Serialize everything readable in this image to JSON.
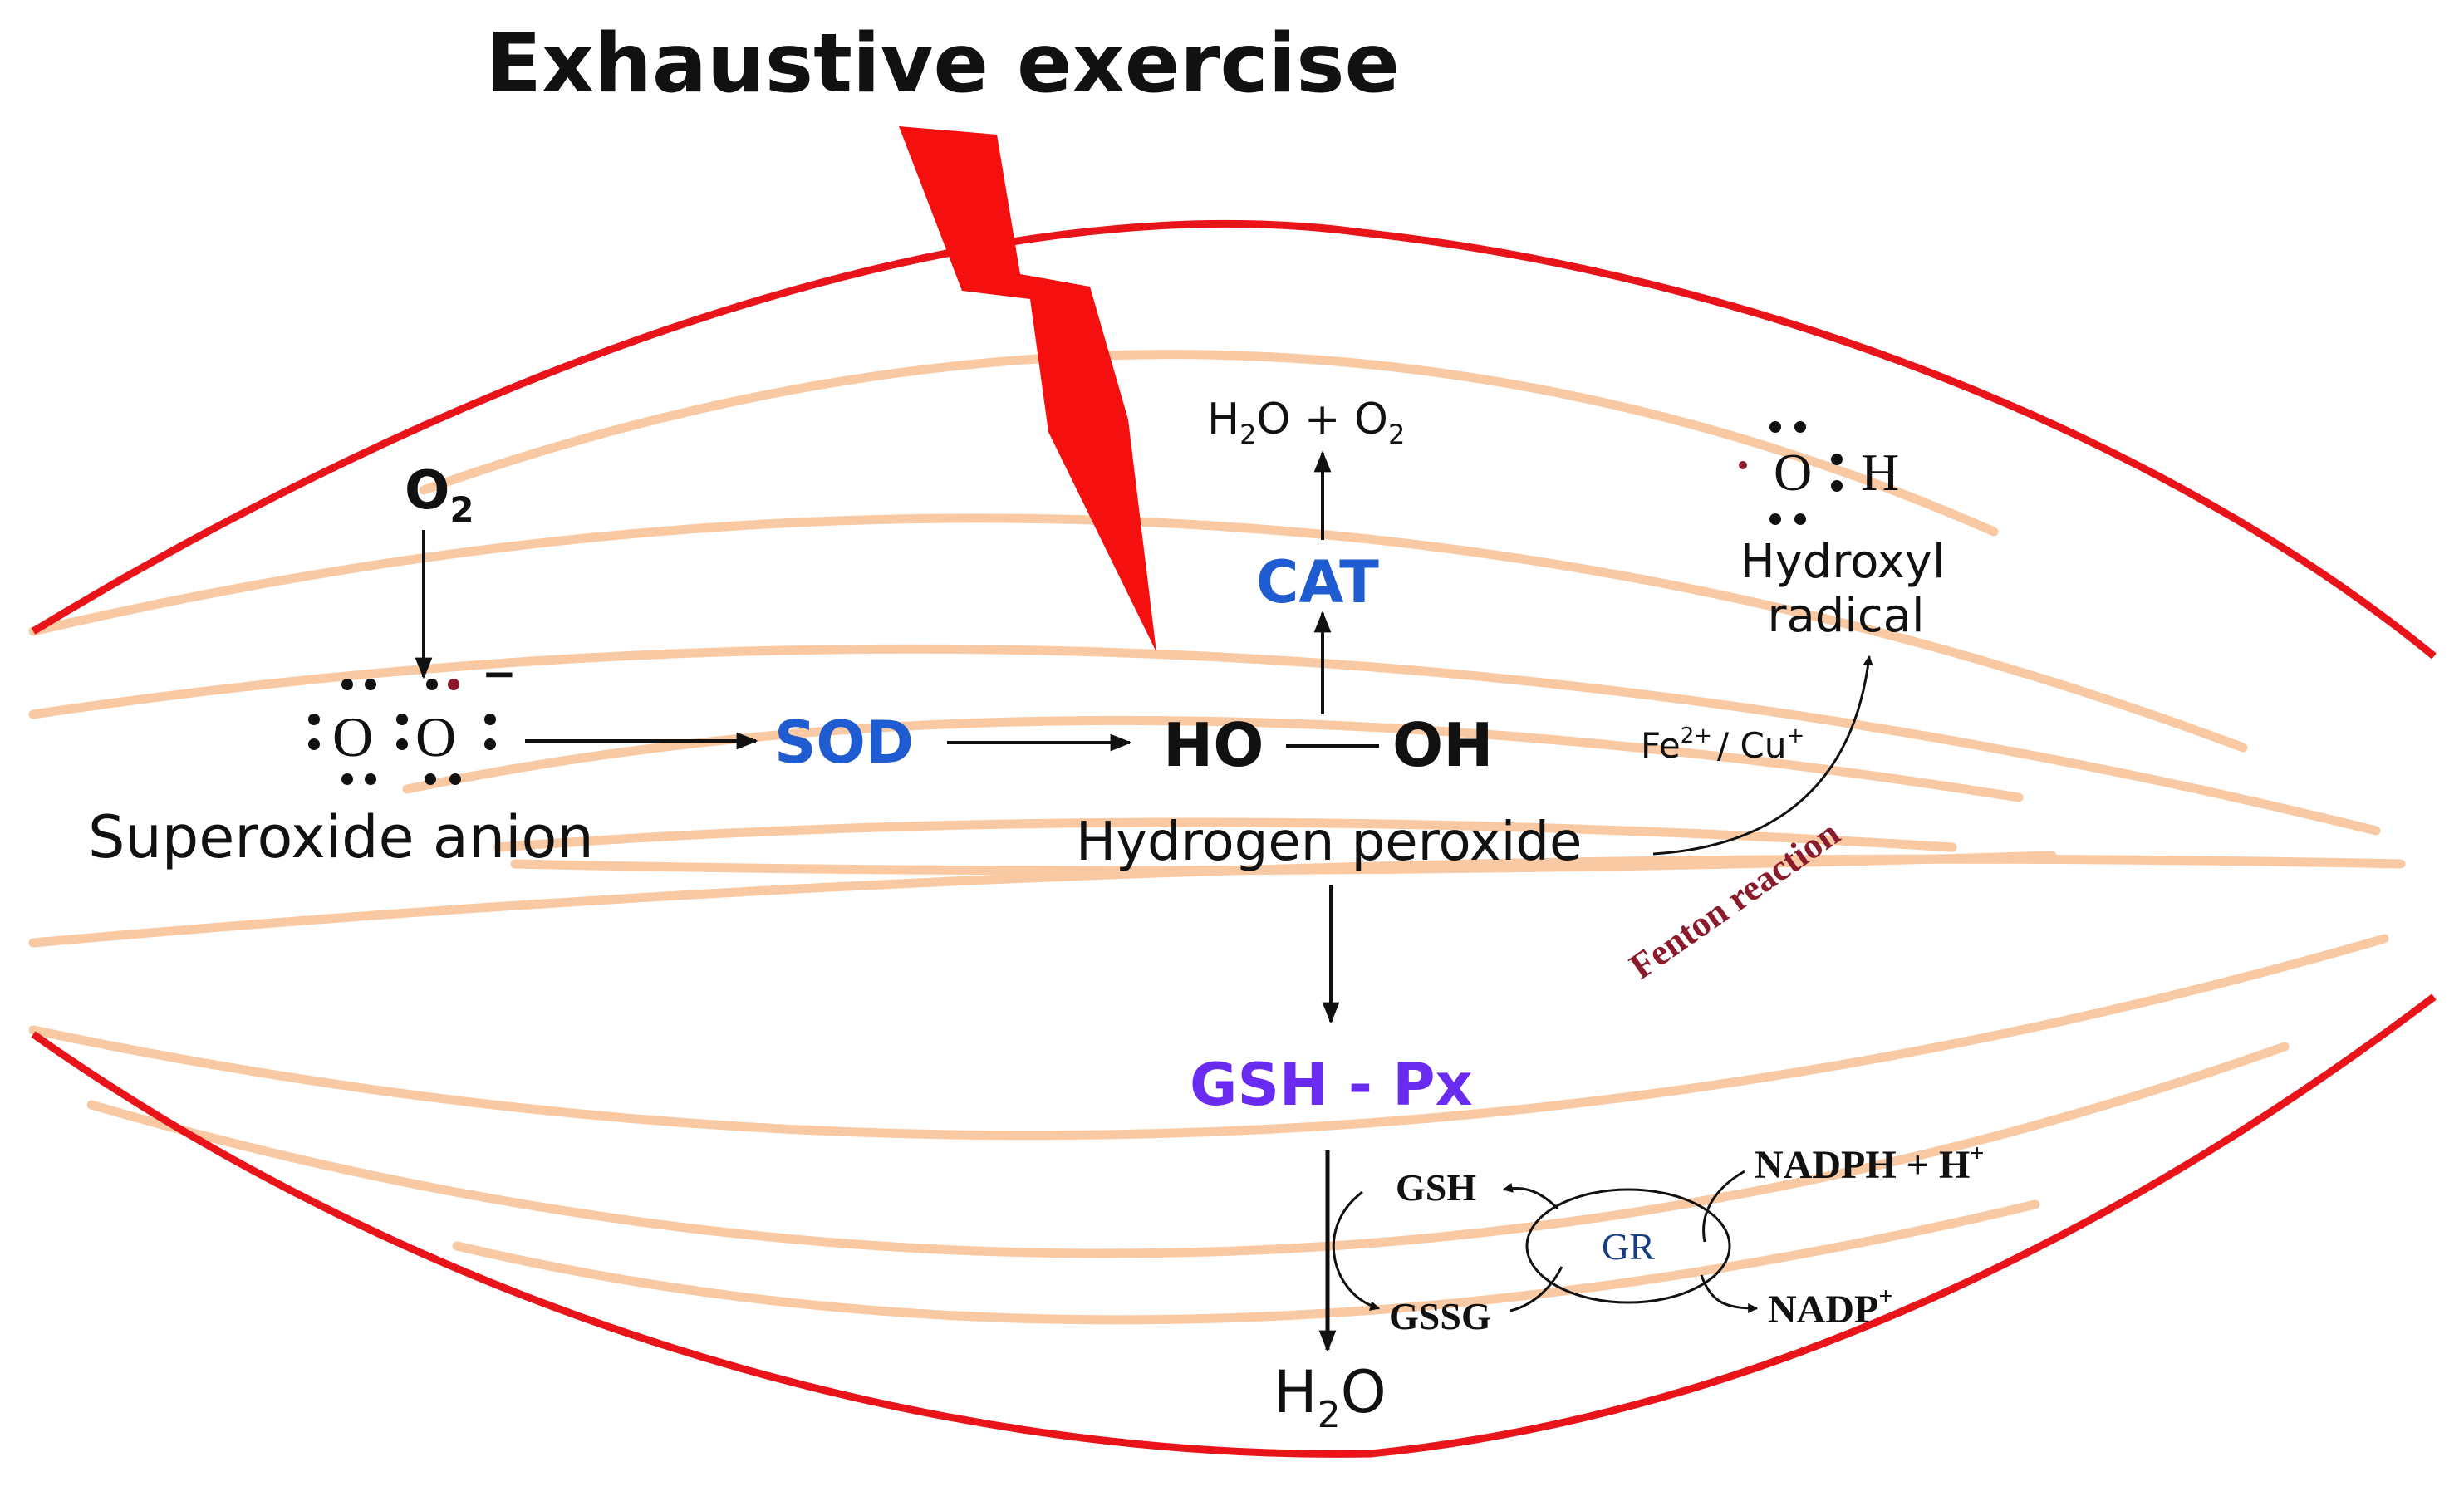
{
  "title": "Exhaustive exercise",
  "colors": {
    "cell_outline": "#e8141a",
    "fibers": "#f8c9a2",
    "lightning": "#f50f0f",
    "enzyme_blue": "#1f5bd1",
    "enzyme_purple": "#6a2bf0",
    "gr_blue": "#173f80",
    "fenton": "#8b1a2b",
    "text": "#111111"
  },
  "molecules": {
    "o2": {
      "main": "O",
      "sub": "2"
    },
    "superoxide": {
      "label": "Superoxide anion",
      "atom1": "O",
      "atom2": "O",
      "charge": "−"
    },
    "h2o_o2": {
      "p1": "H",
      "s1": "2",
      "p2": "O + O",
      "s2": "2"
    },
    "peroxide": {
      "left": "HO",
      "right": "OH",
      "label": "Hydrogen peroxide"
    },
    "hydroxyl": {
      "atom": "O",
      "h": "H",
      "label_line1": "Hydroxyl",
      "label_line2": "radical"
    },
    "water": {
      "main": "H",
      "sub": "2",
      "tail": "O"
    }
  },
  "enzymes": {
    "sod": "SOD",
    "cat": "CAT",
    "gshpx": "GSH - Px",
    "gr": "GR"
  },
  "cofactors": {
    "fe": "Fe",
    "fe_sup": "2+",
    "sep": "/ Cu",
    "cu_sup": "+"
  },
  "fenton": "Fenton reaction",
  "cycle": {
    "gsh": "GSH",
    "gssg": "GSSG",
    "nadph": "NADPH + H",
    "nadph_sup": "+",
    "nadp": "NADP",
    "nadp_sup": "+"
  }
}
